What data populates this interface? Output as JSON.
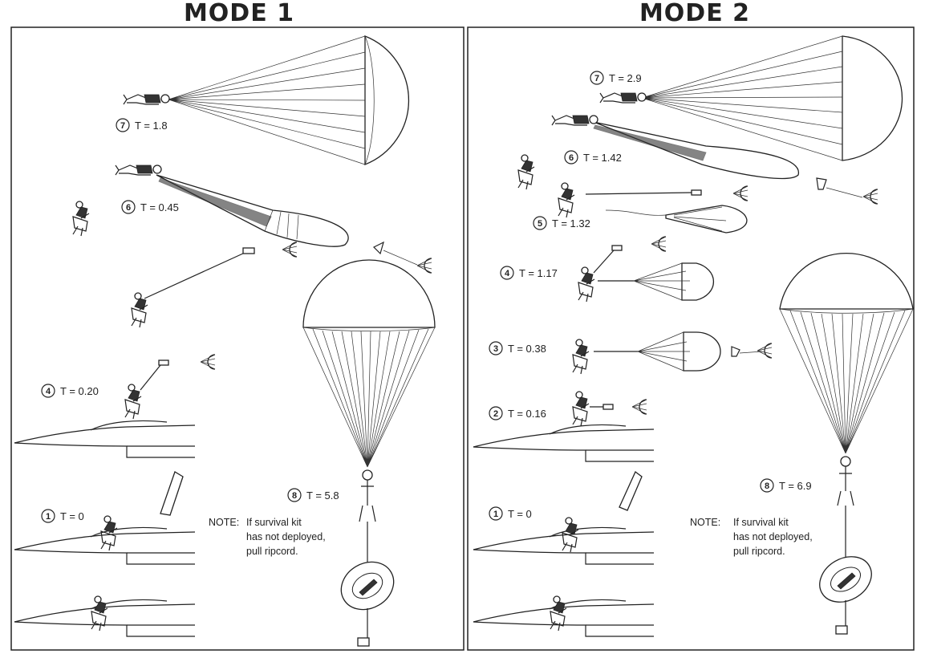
{
  "panels": [
    {
      "title": "MODE 1",
      "steps": [
        {
          "num": "7",
          "time": "T = 1.8"
        },
        {
          "num": "6",
          "time": "T = 0.45"
        },
        {
          "num": "4",
          "time": "T = 0.20"
        },
        {
          "num": "1",
          "time": "T = 0"
        },
        {
          "num": "8",
          "time": "T = 5.8"
        }
      ],
      "note": {
        "label": "NOTE:",
        "lines": [
          "If survival kit",
          "has not deployed,",
          "pull ripcord."
        ]
      }
    },
    {
      "title": "MODE 2",
      "steps": [
        {
          "num": "7",
          "time": "T = 2.9"
        },
        {
          "num": "6",
          "time": "T = 1.42"
        },
        {
          "num": "5",
          "time": "T = 1.32"
        },
        {
          "num": "4",
          "time": "T = 1.17"
        },
        {
          "num": "3",
          "time": "T = 0.38"
        },
        {
          "num": "2",
          "time": "T = 0.16"
        },
        {
          "num": "1",
          "time": "T = 0"
        },
        {
          "num": "8",
          "time": "T = 6.9"
        }
      ],
      "note": {
        "label": "NOTE:",
        "lines": [
          "If survival kit",
          "has not deployed,",
          "pull ripcord."
        ]
      }
    }
  ]
}
